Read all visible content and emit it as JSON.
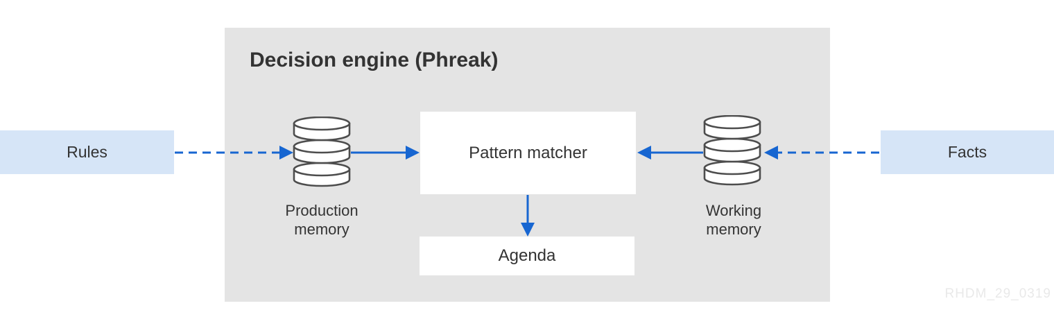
{
  "diagram": {
    "title": "Decision engine (Phreak)",
    "watermark": "RHDM_29_0319",
    "external_nodes": [
      {
        "id": "rules",
        "label": "Rules"
      },
      {
        "id": "facts",
        "label": "Facts"
      }
    ],
    "internal_nodes": [
      {
        "id": "production-memory",
        "label": "Production\nmemory",
        "icon": "database-icon"
      },
      {
        "id": "pattern-matcher",
        "label": "Pattern matcher"
      },
      {
        "id": "working-memory",
        "label": "Working\nmemory",
        "icon": "database-icon"
      },
      {
        "id": "agenda",
        "label": "Agenda"
      }
    ],
    "edges": [
      {
        "from": "rules",
        "to": "production-memory",
        "style": "dashed",
        "direction": "right"
      },
      {
        "from": "production-memory",
        "to": "pattern-matcher",
        "style": "solid",
        "direction": "right"
      },
      {
        "from": "working-memory",
        "to": "pattern-matcher",
        "style": "solid",
        "direction": "left"
      },
      {
        "from": "facts",
        "to": "working-memory",
        "style": "dashed",
        "direction": "left"
      },
      {
        "from": "pattern-matcher",
        "to": "agenda",
        "style": "solid",
        "direction": "down"
      }
    ],
    "colors": {
      "engine_bg": "#e4e4e4",
      "external_bg": "#d6e5f7",
      "node_bg": "#ffffff",
      "arrow": "#1766d1",
      "text": "#333333",
      "cylinder_stroke": "#4d4d4d",
      "watermark": "#e9e9e9"
    }
  }
}
